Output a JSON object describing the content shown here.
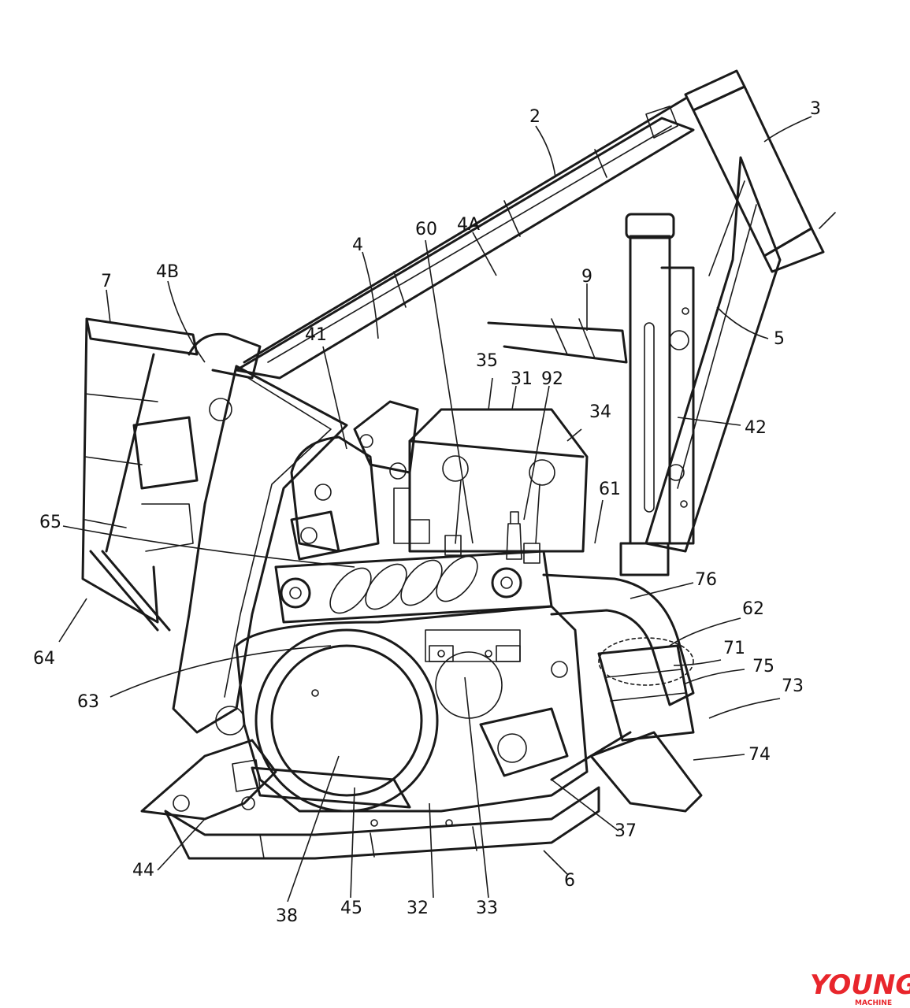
{
  "labels": {
    "l2": "2",
    "l3": "3",
    "l4": "4",
    "l4a": "4A",
    "l4b": "4B",
    "l5": "5",
    "l6": "6",
    "l7": "7",
    "l9": "9",
    "l31": "31",
    "l32": "32",
    "l33": "33",
    "l34": "34",
    "l35": "35",
    "l37": "37",
    "l38": "38",
    "l41": "41",
    "l42": "42",
    "l44": "44",
    "l45": "45",
    "l60": "60",
    "l61": "61",
    "l62": "62",
    "l63": "63",
    "l64": "64",
    "l65": "65",
    "l71": "71",
    "l73": "73",
    "l74": "74",
    "l75": "75",
    "l76": "76",
    "l92": "92"
  },
  "watermark": {
    "brand": "YOUNG",
    "sub": "MACHINE",
    "color": "#e8262c"
  }
}
